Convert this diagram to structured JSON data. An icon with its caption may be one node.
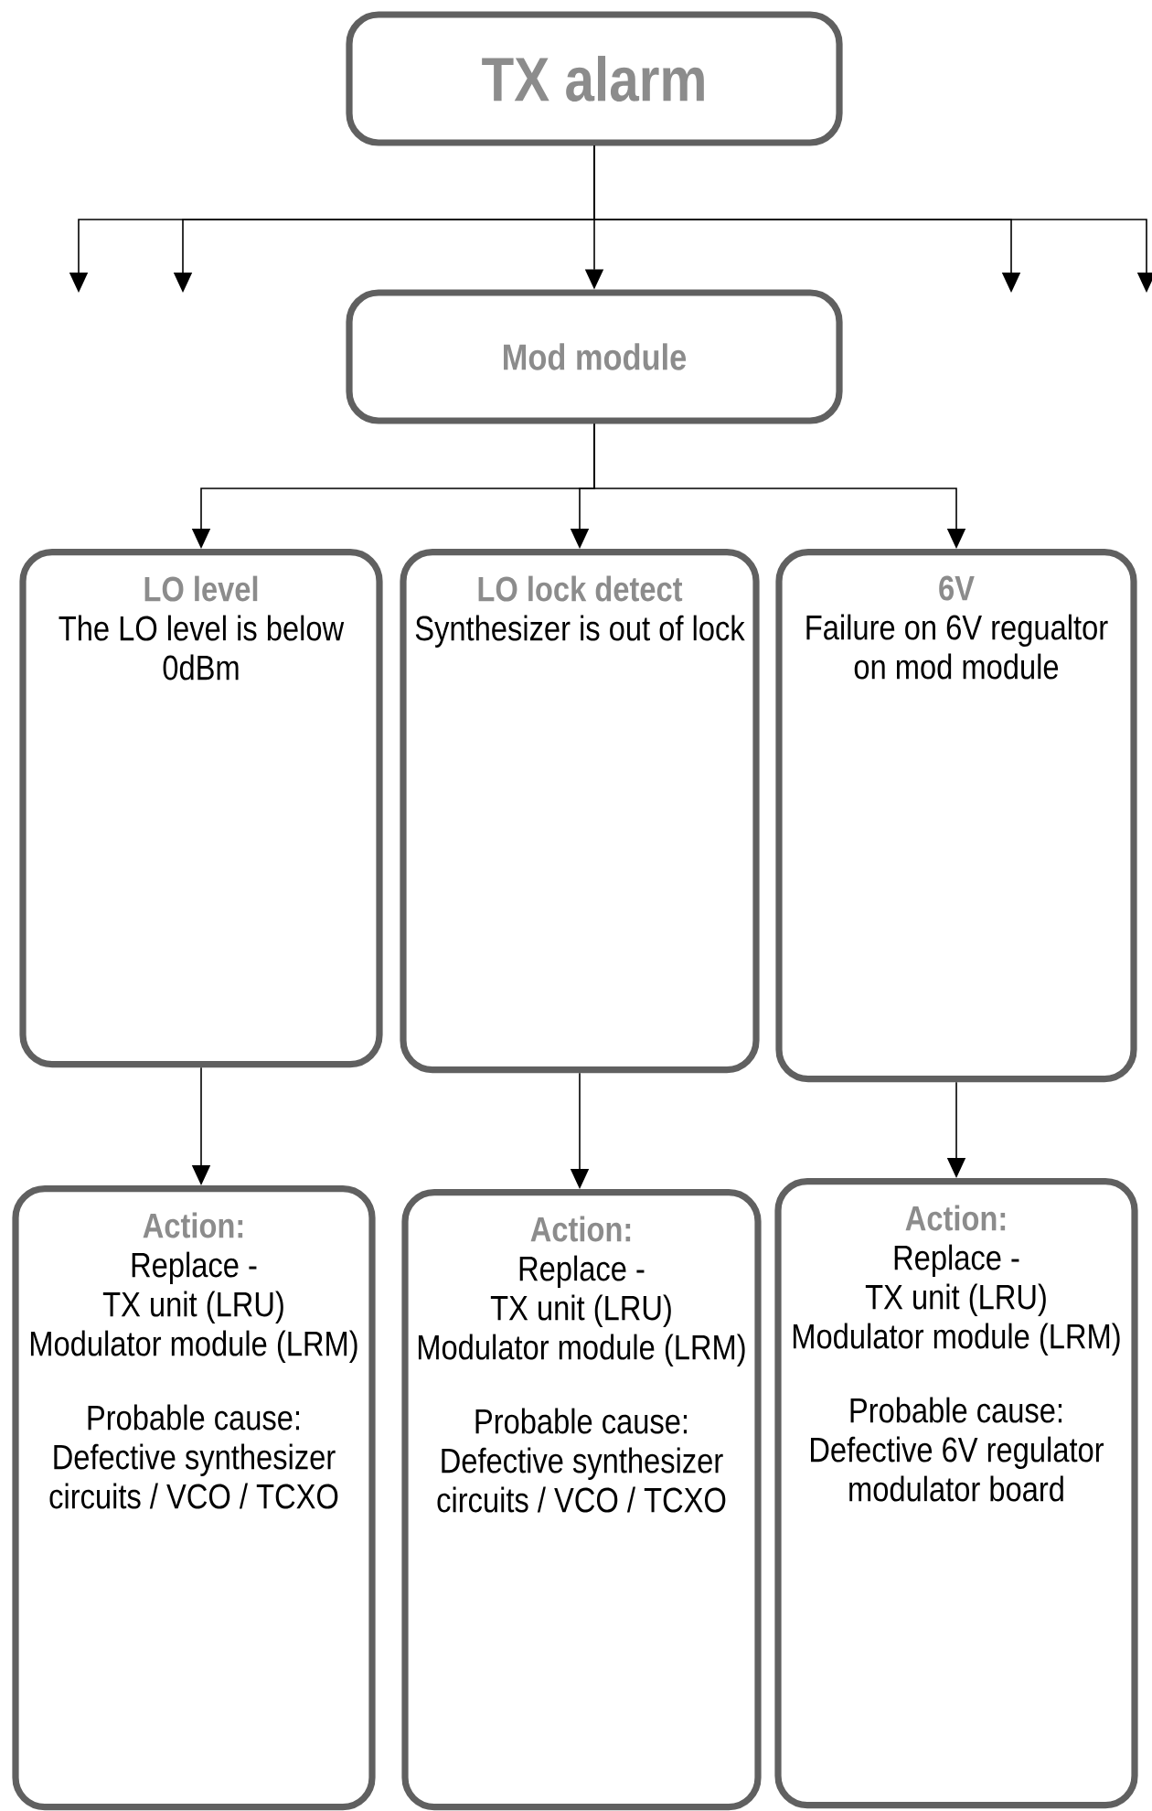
{
  "diagram": {
    "nodes": [
      {
        "text": [
          "TX alarm"
        ]
      },
      {
        "text": [
          "Mod module"
        ]
      },
      {
        "text": [
          "LO level",
          "The LO level is below 0dBm"
        ]
      },
      {
        "text": [
          "LO lock detect",
          "Synthesizer is out of lock"
        ]
      },
      {
        "text": [
          "6V",
          "Failure on 6V regualtor on mod module"
        ]
      },
      {
        "text": [
          "Action:",
          "Replace -",
          "TX unit (LRU)",
          "Modulator module (LRM)",
          "Probable cause:",
          "Defective synthesizer circuits / VCO / TCXO"
        ]
      },
      {
        "text": [
          "Action:",
          "Replace -",
          "TX unit (LRU)",
          "Modulator module (LRM)",
          "Probable cause:",
          "Defective synthesizer circuits / VCO / TCXO"
        ]
      },
      {
        "text": [
          "Action:",
          "Replace -",
          "TX unit (LRU)",
          "Modulator module (LRM)",
          "Probable cause:",
          "Defective 6V regulator modulator board"
        ]
      }
    ],
    "edges": [
      {
        "from": 0,
        "to": null,
        "arrow": "to"
      },
      {
        "from": 0,
        "to": null,
        "arrow": "to"
      },
      {
        "from": 0,
        "to": 1,
        "arrow": "to"
      },
      {
        "from": 0,
        "to": null,
        "arrow": "to"
      },
      {
        "from": 0,
        "to": null,
        "arrow": "to"
      },
      {
        "from": 1,
        "to": 2,
        "arrow": "to"
      },
      {
        "from": 1,
        "to": 3,
        "arrow": "to"
      },
      {
        "from": 1,
        "to": 4,
        "arrow": "to"
      },
      {
        "from": 2,
        "to": 5,
        "arrow": "to"
      },
      {
        "from": 3,
        "to": 6,
        "arrow": "to"
      },
      {
        "from": 4,
        "to": 7,
        "arrow": "to"
      }
    ]
  }
}
